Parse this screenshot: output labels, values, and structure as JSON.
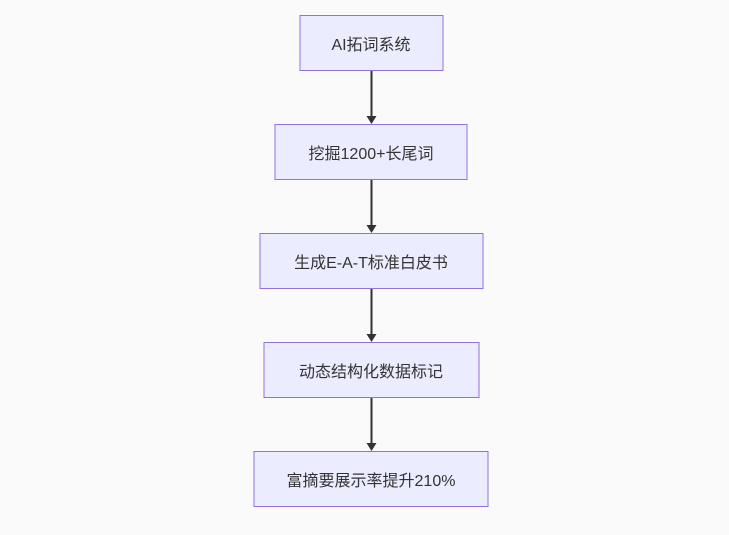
{
  "diagram": {
    "type": "flowchart",
    "direction": "top-down",
    "nodes": [
      {
        "id": "n1",
        "label": "AI拓词系统"
      },
      {
        "id": "n2",
        "label": "挖掘1200+长尾词"
      },
      {
        "id": "n3",
        "label": "生成E-A-T标准白皮书"
      },
      {
        "id": "n4",
        "label": "动态结构化数据标记"
      },
      {
        "id": "n5",
        "label": "富摘要展示率提升210%"
      }
    ],
    "edges": [
      {
        "from": "n1",
        "to": "n2",
        "style": "arrow-down"
      },
      {
        "from": "n2",
        "to": "n3",
        "style": "arrow-down"
      },
      {
        "from": "n3",
        "to": "n4",
        "style": "arrow-down"
      },
      {
        "from": "n4",
        "to": "n5",
        "style": "arrow-down"
      }
    ],
    "colors": {
      "node_fill": "#ececff",
      "node_border": "#9370db",
      "node_text": "#333333",
      "arrow": "#333333",
      "background": "#fafafa"
    }
  }
}
